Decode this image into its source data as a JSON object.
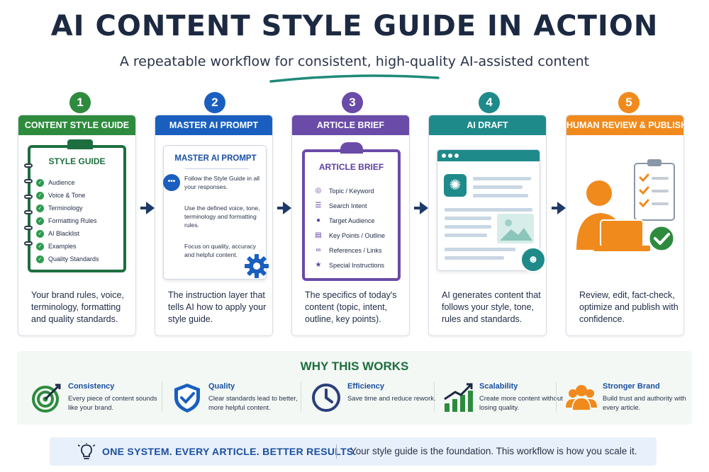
{
  "header": {
    "title": "AI CONTENT STYLE GUIDE IN ACTION",
    "subtitle": "A repeatable workflow for consistent, high-quality AI-assisted content"
  },
  "colors": {
    "step1": "#2e8b3e",
    "step2": "#1a5fbf",
    "step3": "#6a4ba8",
    "step4": "#1f8a8a",
    "step5": "#f08a1c",
    "navy": "#1c2942"
  },
  "steps": [
    {
      "number": "1",
      "title": "CONTENT STYLE GUIDE",
      "description": "Your brand rules, voice, terminology, formatting and quality standards.",
      "visual": {
        "heading": "STYLE GUIDE",
        "items": [
          "Audience",
          "Voice & Tone",
          "Terminology",
          "Formatting Rules",
          "AI Blacklist",
          "Examples",
          "Quality Standards"
        ]
      }
    },
    {
      "number": "2",
      "title": "MASTER AI PROMPT",
      "description": "The instruction layer that tells AI how to apply your style guide.",
      "visual": {
        "heading": "MASTER AI PROMPT",
        "paragraphs": [
          "Follow the Style Guide in all your responses.",
          "Use the defined voice, tone, terminology and formatting rules.",
          "Focus on quality, accuracy and helpful content."
        ]
      }
    },
    {
      "number": "3",
      "title": "ARTICLE BRIEF",
      "description": "The specifics of today's content (topic, intent, outline, key points).",
      "visual": {
        "heading": "ARTICLE BRIEF",
        "items": [
          "Topic / Keyword",
          "Search Intent",
          "Target Audience",
          "Key Points / Outline",
          "References / Links",
          "Special Instructions"
        ]
      }
    },
    {
      "number": "4",
      "title": "AI DRAFT",
      "description": "AI generates content that follows your style, tone, rules and standards."
    },
    {
      "number": "5",
      "title": "HUMAN REVIEW & PUBLISH",
      "description": "Review, edit, fact-check, optimize and publish with confidence."
    }
  ],
  "why": {
    "title": "WHY THIS WORKS",
    "items": [
      {
        "title": "Consistency",
        "text": "Every piece of content sounds like your brand.",
        "icon": "target-icon"
      },
      {
        "title": "Quality",
        "text": "Clear standards lead to better, more helpful content.",
        "icon": "shield-check-icon"
      },
      {
        "title": "Efficiency",
        "text": "Save time and reduce rework.",
        "icon": "clock-icon"
      },
      {
        "title": "Scalability",
        "text": "Create more content without losing quality.",
        "icon": "growth-chart-icon"
      },
      {
        "title": "Stronger Brand",
        "text": "Build trust and authority with every article.",
        "icon": "people-icon"
      }
    ]
  },
  "banner": {
    "left": "ONE SYSTEM. EVERY ARTICLE. BETTER RESULTS.",
    "right": "Your style guide is the foundation. This workflow is how you scale it."
  }
}
